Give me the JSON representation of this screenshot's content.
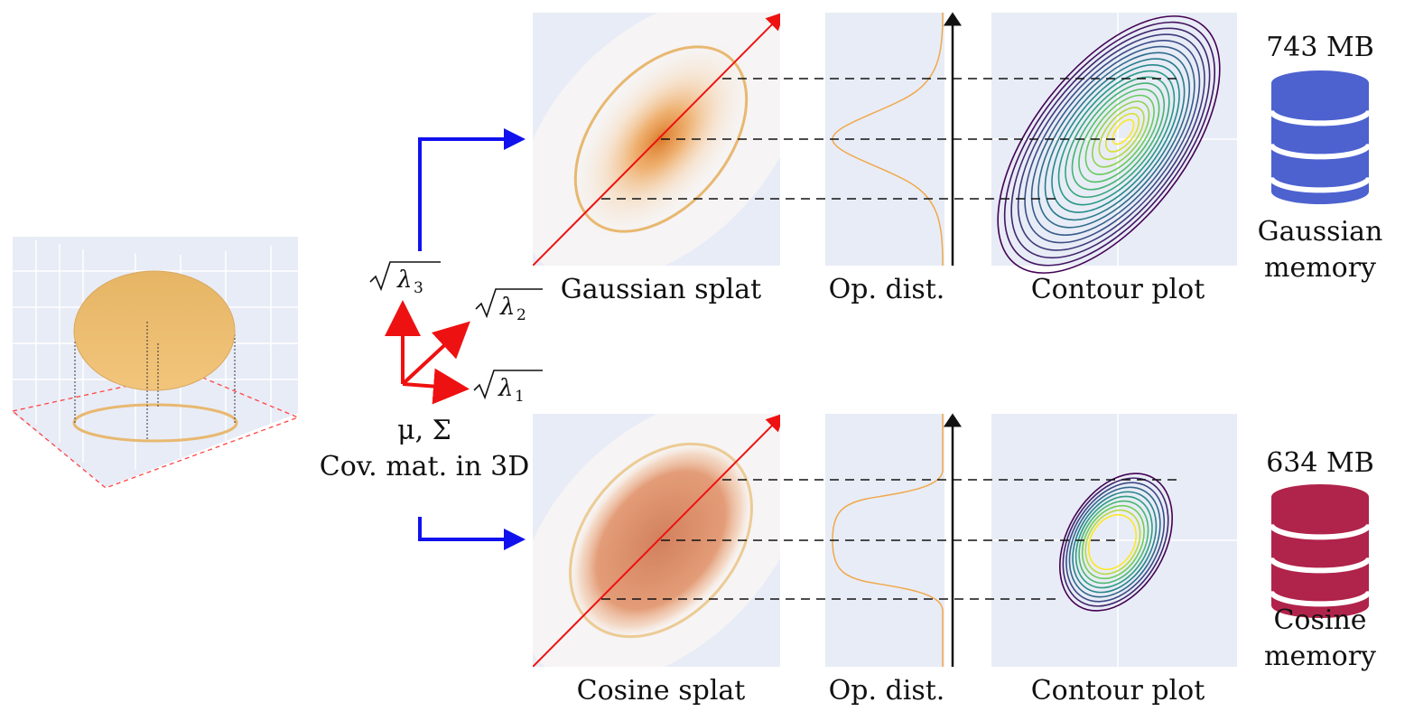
{
  "figure": {
    "eigenvalues": [
      {
        "symbol": "λ",
        "subscript": "1"
      },
      {
        "symbol": "λ",
        "subscript": "2"
      },
      {
        "symbol": "λ",
        "subscript": "3"
      }
    ],
    "mu_sigma": "μ, Σ",
    "cov_caption": "Cov.  mat.  in 3D"
  },
  "rows": [
    {
      "splat_label": "Gaussian splat",
      "opacity_label": "Op. dist.",
      "contour_label": "Contour plot",
      "memory_size": "743  MB",
      "memory_line1": "Gaussian",
      "memory_line2": "memory",
      "memory_icon": "database-icon",
      "memory_color": "#4d62cf"
    },
    {
      "splat_label": "Cosine splat",
      "opacity_label": "Op. dist.",
      "contour_label": "Contour plot",
      "memory_size": "634  MB",
      "memory_line1": "Cosine",
      "memory_line2": "memory",
      "memory_icon": "database-icon",
      "memory_color": "#b0234a"
    }
  ],
  "colors": {
    "panel_bg": "#e8ecf6",
    "splat_orange": "#f0a84a",
    "cosine_orange": "#d97a4a",
    "axis_red": "#ee1111",
    "arrow_blue": "#1111ee",
    "ellipse_outline": "#e8b870"
  }
}
